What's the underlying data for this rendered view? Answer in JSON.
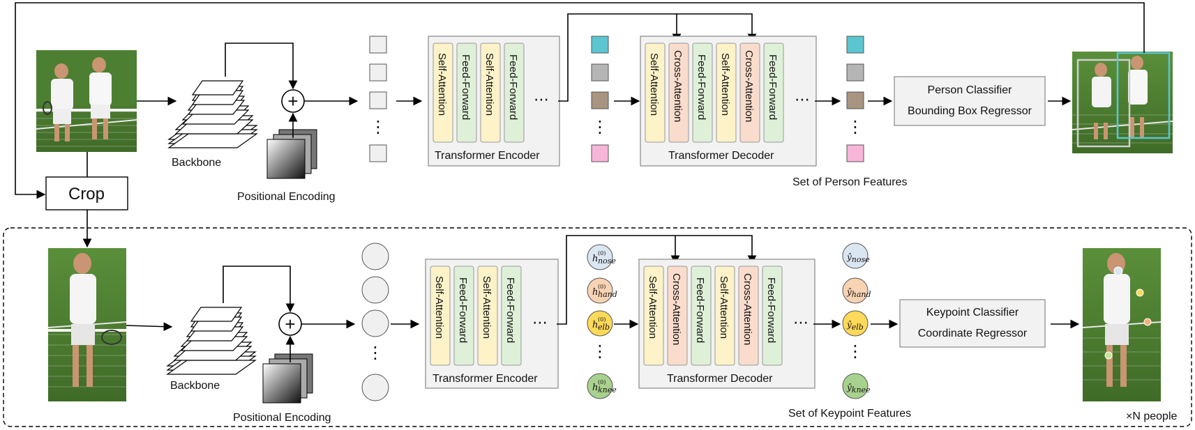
{
  "labels": {
    "crop": "Crop",
    "backbone": "Backbone",
    "positional_encoding": "Positional Encoding",
    "transformer_encoder": "Transformer Encoder",
    "transformer_decoder": "Transformer Decoder",
    "self_attention": "Self-Attention",
    "feed_forward": "Feed-Forward",
    "cross_attention": "Cross-Attention",
    "ellipsis": "⋯",
    "vellipsis": "⋮",
    "plus": "+"
  },
  "top": {
    "head_line1": "Person Classifier",
    "head_line2": "Bounding Box Regressor",
    "features_label": "Set of Person Features"
  },
  "bottom": {
    "head_line1": "Keypoint Classifier",
    "head_line2": "Coordinate Regressor",
    "features_label": "Set of Keypoint Features",
    "n_people": "×N people",
    "query_subs": [
      "nose",
      "hand",
      "elb",
      "knee"
    ],
    "query_sup": "(0)",
    "query_base": "h",
    "output_base": "ŷ"
  },
  "colors": {
    "self_attention": "#fdf2c8",
    "feed_forward": "#dff0d8",
    "cross_attention": "#f9dccb",
    "block_bg": "#f2f2f2",
    "person_cyan": "#5bc6cf",
    "person_gray": "#b5b5b5",
    "person_brown": "#a89481",
    "person_pink": "#f7b6d8",
    "kp_nose": "#dbe6f3",
    "kp_hand": "#f8d3b4",
    "kp_elb": "#ffd95a",
    "kp_knee": "#a9d18e"
  }
}
